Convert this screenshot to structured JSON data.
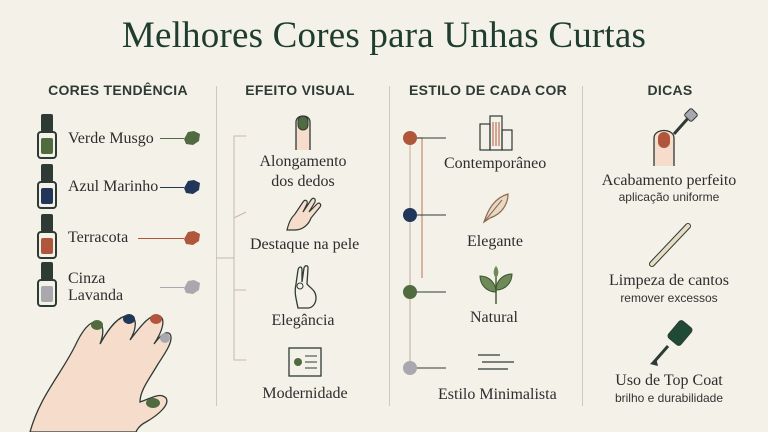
{
  "title": "Melhores Cores para Unhas Curtas",
  "colors": {
    "green": "#4f6b3f",
    "navy": "#22365a",
    "terracotta": "#b0563c",
    "lavender": "#a9a8ae",
    "dark": "#2e3a34",
    "line": "#c98a6d"
  },
  "columns": {
    "col1": {
      "header": "CORES TENDÊNCIA",
      "items": [
        {
          "label": "Verde Musgo",
          "icon": "nail-polish-bottle-icon"
        },
        {
          "label": "Azul Marinho",
          "icon": "nail-polish-bottle-icon"
        },
        {
          "label": "Terracota",
          "icon": "nail-polish-bottle-icon"
        },
        {
          "label": "Cinza\nLavanda",
          "icon": "nail-polish-bottle-icon"
        }
      ]
    },
    "col2": {
      "header": "EFEITO VISUAL",
      "items": [
        {
          "label": "Alongamento\ndos dedos",
          "icon": "finger-nail-icon"
        },
        {
          "label": "Destaque na pele",
          "icon": "hand-icon"
        },
        {
          "label": "Elegância",
          "icon": "graceful-hand-icon"
        },
        {
          "label": "Modernidade",
          "icon": "frame-icon"
        }
      ]
    },
    "col3": {
      "header": "ESTILO DE CADA COR",
      "items": [
        {
          "label": "Contemporâneo",
          "icon": "buildings-icon"
        },
        {
          "label": "Elegante",
          "icon": "feather-icon"
        },
        {
          "label": "Natural",
          "icon": "leaf-icon"
        },
        {
          "label": "Estilo Minimalista",
          "icon": "lines-icon"
        }
      ]
    },
    "col4": {
      "header": "DICAS",
      "items": [
        {
          "label": "Acabamento perfeito",
          "sub": "aplicação uniforme",
          "icon": "nail-brush-icon"
        },
        {
          "label": "Limpeza de cantos",
          "sub": "remover excessos",
          "icon": "cuticle-stick-icon"
        },
        {
          "label": "Uso de Top Coat",
          "sub": "brilho e durabilidade",
          "icon": "top-coat-bottle-icon"
        }
      ]
    }
  }
}
